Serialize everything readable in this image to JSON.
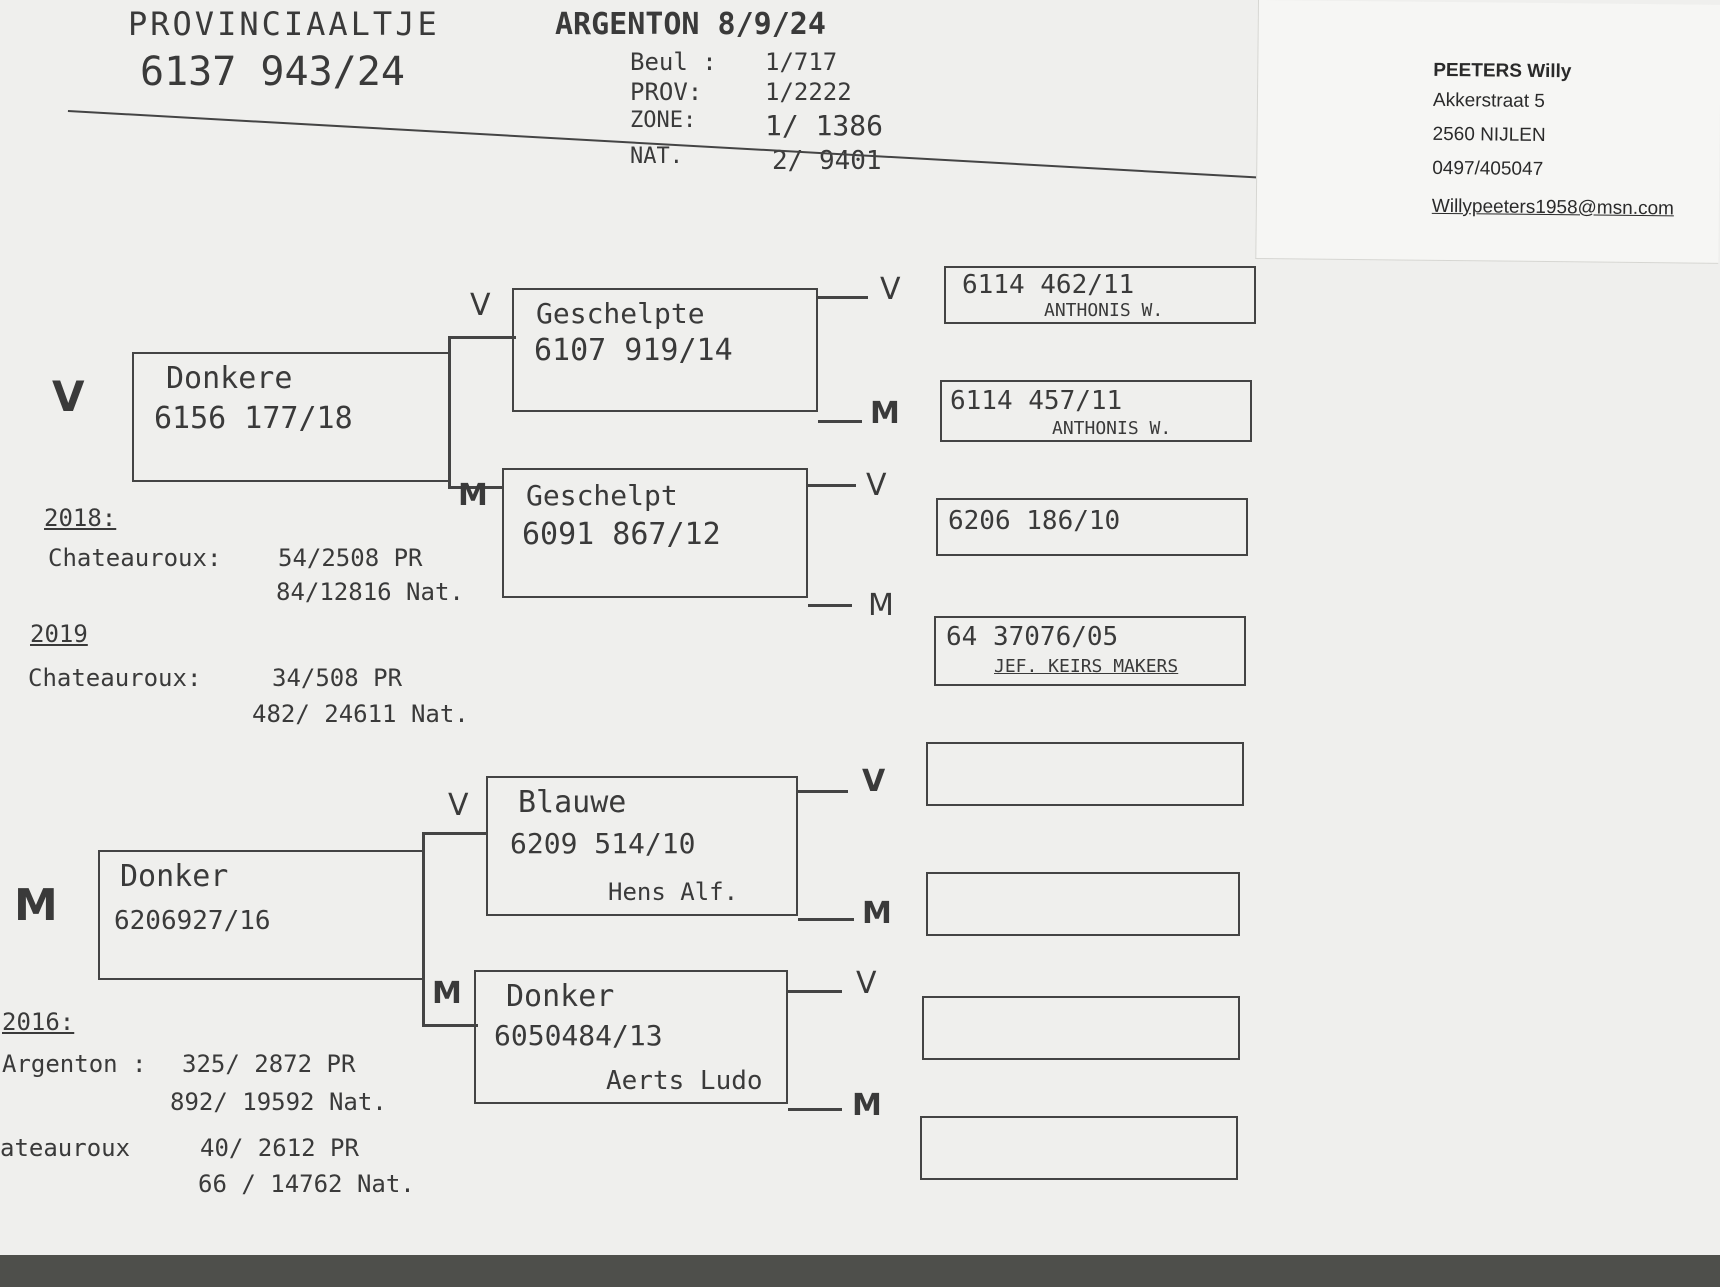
{
  "header": {
    "title": "PROVINCIAALTJE",
    "ring": "6137 943/24",
    "race": "ARGENTON 8/9/24",
    "results": [
      {
        "label": "Beul :",
        "value": "1/717"
      },
      {
        "label": "PROV:",
        "value": "1/2222"
      },
      {
        "label": "ZONE:",
        "value": "1/ 1386"
      },
      {
        "label": "NAT.",
        "value": "2/ 9401"
      }
    ]
  },
  "owner": {
    "name": "PEETERS Willy",
    "street": "Akkerstraat 5",
    "city": "2560 NIJLEN",
    "phone": "0497/405047",
    "email": "Willypeeters1958@msn.com"
  },
  "father": {
    "sex": "V",
    "color": "Donkere",
    "ring": "6156 177/18",
    "results": {
      "y1": "2018:",
      "r1_race": "Chateauroux:",
      "r1_pr": "54/2508 PR",
      "r1_nat": "84/12816 Nat.",
      "y2": "2019",
      "r2_race": "Chateauroux:",
      "r2_pr": "34/508 PR",
      "r2_nat": "482/ 24611 Nat."
    }
  },
  "father_father": {
    "rel": "V",
    "color": "Geschelpte",
    "ring": "6107 919/14"
  },
  "father_mother": {
    "rel": "M",
    "color": "Geschelpt",
    "ring": "6091 867/12"
  },
  "mother": {
    "sex": "M",
    "color": "Donker",
    "ring": "6206927/16",
    "results": {
      "y1": "2016:",
      "r1_race": "Argenton :",
      "r1_pr": "325/ 2872 PR",
      "r1_nat": "892/ 19592 Nat.",
      "r2_race": "ateauroux",
      "r2_pr": "40/ 2612 PR",
      "r2_nat": "66 / 14762 Nat."
    }
  },
  "mother_father": {
    "rel": "V",
    "color": "Blauwe",
    "ring": "6209 514/10",
    "breeder": "Hens Alf."
  },
  "mother_mother": {
    "rel": "M",
    "color": "Donker",
    "ring": "6050484/13",
    "breeder": "Aerts Ludo"
  },
  "great_grandparents": [
    {
      "rel": "V",
      "ring": "6114 462/11",
      "breeder": "ANTHONIS W."
    },
    {
      "rel": "M",
      "ring": "6114 457/11",
      "breeder": "ANTHONIS W."
    },
    {
      "rel": "V",
      "ring": "6206 186/10",
      "breeder": ""
    },
    {
      "rel": "M",
      "ring": "64 37076/05",
      "breeder": "JEF. KEIRS MAKERS"
    },
    {
      "rel": "V",
      "ring": "",
      "breeder": ""
    },
    {
      "rel": "M",
      "ring": "",
      "breeder": ""
    },
    {
      "rel": "V",
      "ring": "",
      "breeder": ""
    },
    {
      "rel": "M",
      "ring": "",
      "breeder": ""
    }
  ]
}
